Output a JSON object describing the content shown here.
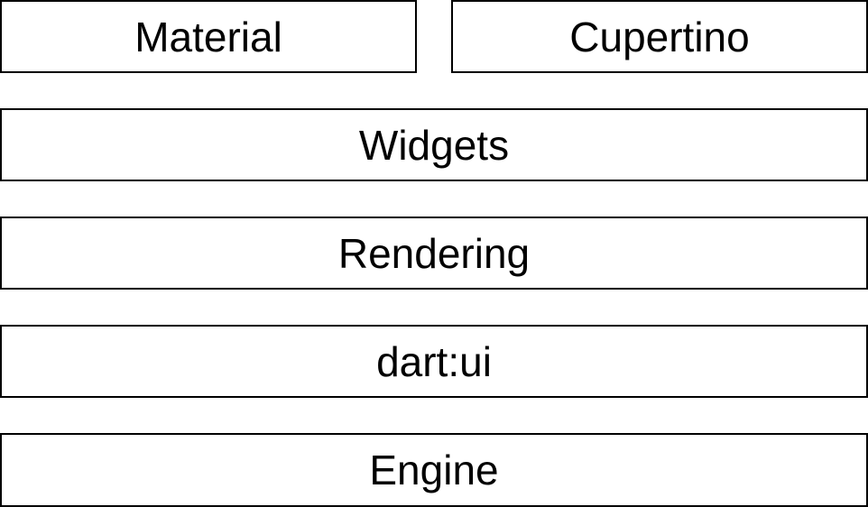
{
  "diagram": {
    "top_row": [
      {
        "label": "Material"
      },
      {
        "label": "Cupertino"
      }
    ],
    "layers": [
      {
        "label": "Widgets"
      },
      {
        "label": "Rendering"
      },
      {
        "label": "dart:ui"
      },
      {
        "label": "Engine"
      }
    ],
    "colors": {
      "border": "#000000",
      "fill": "#ffffff",
      "text": "#000000"
    }
  }
}
